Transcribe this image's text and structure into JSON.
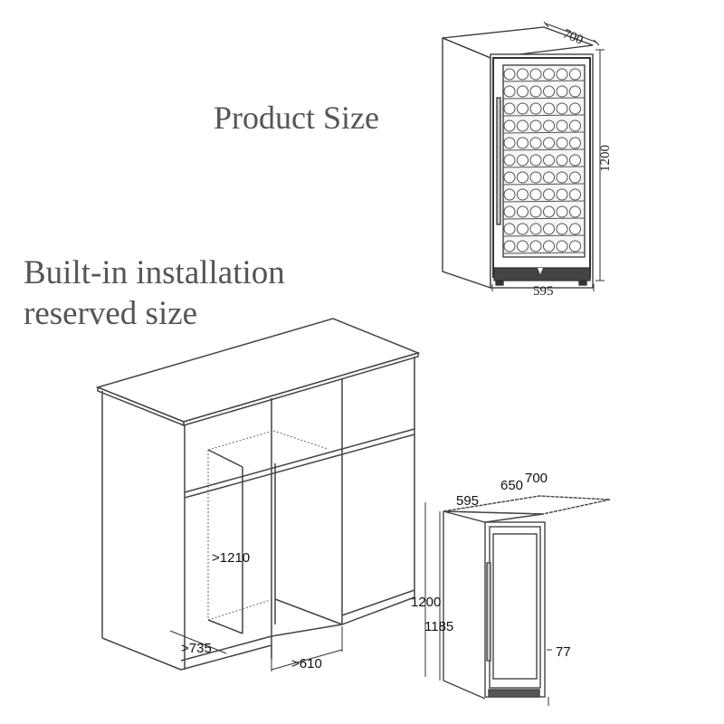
{
  "headings": {
    "product_size": "Product Size",
    "builtin_line1": "Built-in installation",
    "builtin_line2": "reserved size"
  },
  "product_view": {
    "depth": "700",
    "height": "1200",
    "width": "595"
  },
  "cabinet_view": {
    "niche_height": ">1210",
    "niche_depth": ">735",
    "niche_width": ">610"
  },
  "appliance_view": {
    "width": "595",
    "depth_body": "650",
    "depth_total": "700",
    "height_total": "1200",
    "height_body": "1185",
    "foot_height": "77"
  },
  "colors": {
    "text": "#555555",
    "line": "#333333"
  }
}
